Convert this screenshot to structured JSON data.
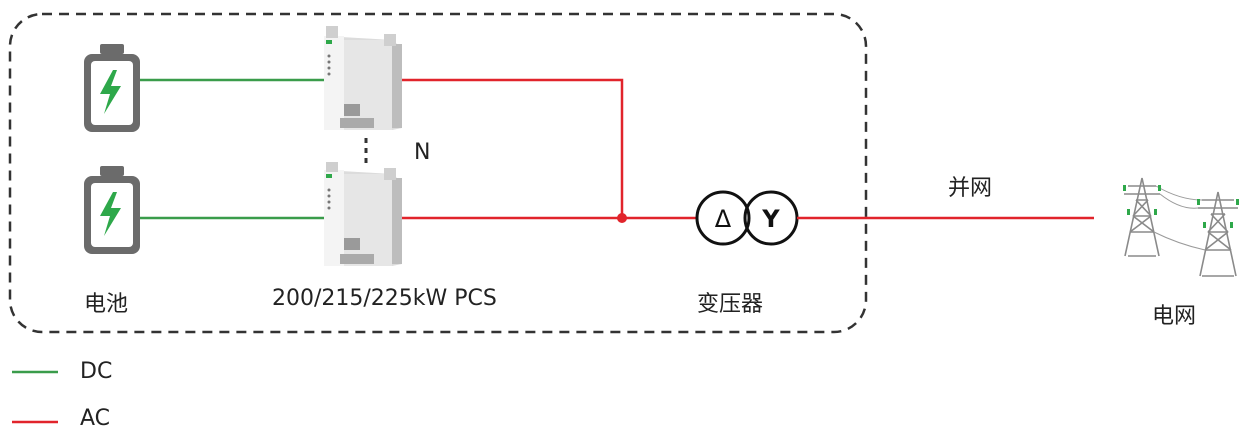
{
  "labels": {
    "battery": "电池",
    "pcs": "200/215/225kW PCS",
    "transformer": "变压器",
    "grid": "电网",
    "grid_connection": "并网",
    "parallel": "N"
  },
  "transformer_symbols": {
    "primary": "Δ",
    "secondary": "Y"
  },
  "legend": [
    {
      "label": "DC",
      "color": "#3a9c4b"
    },
    {
      "label": "AC",
      "color": "#e1242b"
    }
  ],
  "colors": {
    "dc_line": "#3a9c4b",
    "ac_line": "#e1242b",
    "boundary": "#333333",
    "battery_body": "#6b6b6b",
    "bolt": "#2ea84a"
  }
}
